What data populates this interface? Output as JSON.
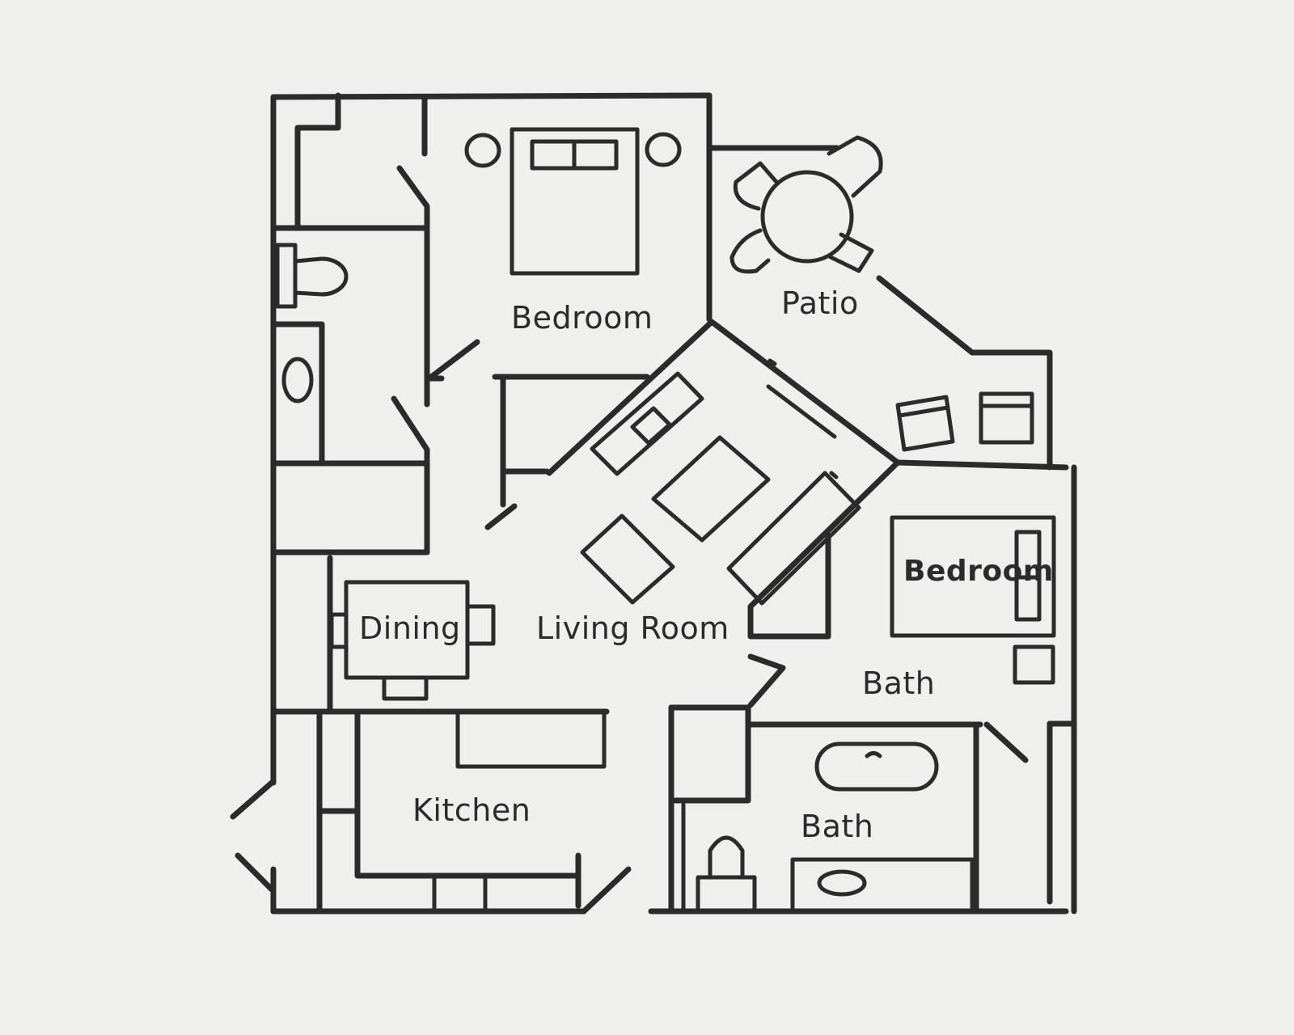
{
  "rooms": {
    "bedroom_main": "Bedroom",
    "patio": "Patio",
    "bedroom_second": "Bedroom",
    "dining": "Dining",
    "living_room": "Living Room",
    "bath_upper": "Bath",
    "kitchen": "Kitchen",
    "bath_lower": "Bath"
  },
  "colors": {
    "ink": "#2b2b2b",
    "paper": "#efefed"
  }
}
